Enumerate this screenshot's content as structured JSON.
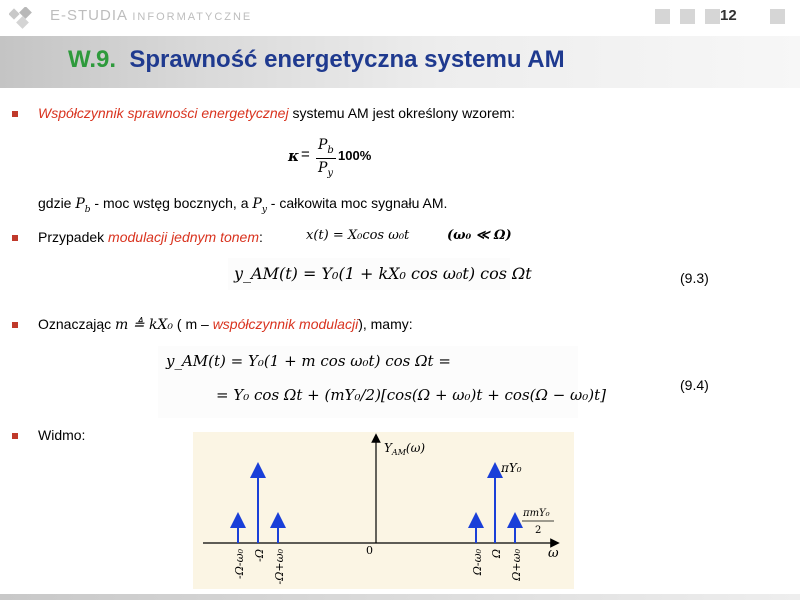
{
  "header": {
    "logo_main": "E-STUDIA ",
    "logo_small": "INFORMATYCZNE",
    "page_number": "12"
  },
  "title": {
    "number": "W.9.",
    "text": "Sprawność energetyczna systemu AM"
  },
  "bullet1": {
    "highlight": "Współczynnik sprawności energetycznej",
    "rest": " systemu AM jest określony wzorem:",
    "formula": {
      "lhs": "κ",
      "eq": "=",
      "num": "P",
      "num_sub": "b",
      "den": "P",
      "den_sub": "y",
      "suffix": "100%"
    },
    "where_pre": "gdzie ",
    "where_Pb": "P",
    "where_Pb_sub": "b",
    "where_mid": " - moc wstęg bocznych, a ",
    "where_Py": "P",
    "where_Py_sub": "y",
    "where_post": " - całkowita moc sygnału AM."
  },
  "bullet2": {
    "pre": "Przypadek ",
    "highlight": "modulacji jednym tonem",
    "post": ":",
    "formula_x": "x(t) = X₀cos ω₀t",
    "formula_cond": "(ω₀ ≪ Ω)",
    "equation": "y_AM(t) = Y₀(1 + kX₀ cos ω₀t) cos Ωt",
    "eq_number": "(9.3)"
  },
  "bullet3": {
    "pre": "Oznaczając ",
    "m_def": "m ≜ kX₀",
    "mid": "  ( m – ",
    "highlight": "współczynnik modulacji",
    "post": "), mamy:",
    "eq_line1": "y_AM(t) = Y₀(1 + m cos ω₀t) cos Ωt =",
    "eq_line2": "= Y₀ cos Ωt + (mY₀/2)[cos(Ω + ω₀)t + cos(Ω − ω₀)t]",
    "eq_number": "(9.4)"
  },
  "bullet4": {
    "text": "Widmo:"
  },
  "spectrum": {
    "y_label": "Y",
    "y_label_sub": "AM",
    "y_label_arg": "(ω)",
    "x_label": "ω",
    "origin_label": "0",
    "carrier_label": "πY₀",
    "side_label_num": "πmY₀",
    "side_label_den": "2",
    "ticks": {
      "neg_lower": "-Ω-ω₀",
      "neg_carrier": "-Ω",
      "neg_upper": "-Ω+ω₀",
      "pos_lower": "Ω-ω₀",
      "pos_carrier": "Ω",
      "pos_upper": "Ω+ω₀"
    },
    "colors": {
      "lines": "#1a3fd8",
      "axes": "#000000",
      "background": "#fbf5e4"
    }
  }
}
